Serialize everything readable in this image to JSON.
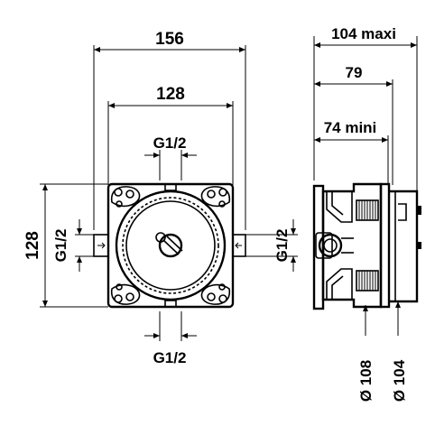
{
  "drawing": {
    "front_view": {
      "width_outer": "156",
      "width_inner": "128",
      "height": "128",
      "thread_top": "G1/2",
      "thread_bottom": "G1/2",
      "thread_left": "G1/2",
      "thread_right": "G1/2"
    },
    "side_view": {
      "depth_max": "104 maxi",
      "depth_mid": "79",
      "depth_min": "74 mini",
      "diameter_1": "Ø 108",
      "diameter_2": "Ø 104"
    }
  }
}
